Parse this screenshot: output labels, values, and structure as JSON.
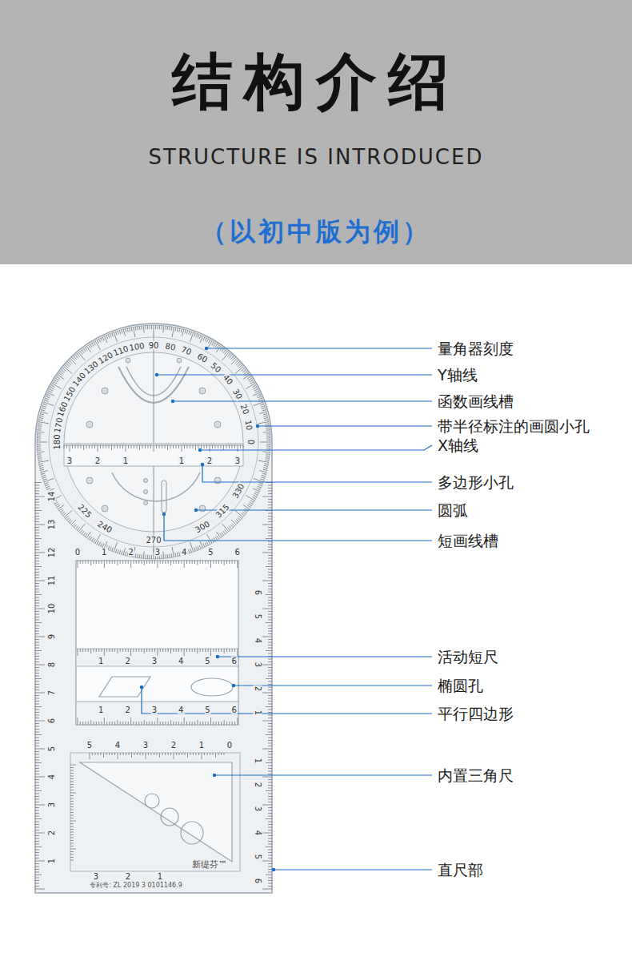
{
  "diagram": {
    "title": "结构介绍",
    "labels": [
      "STRUCTURE IS INTRODUCED",
      "（以初中版为例）",
      "量角器刻度",
      "Y轴线",
      "函数画线槽",
      "带半径标注的画圆小孔",
      "X轴线",
      "多边形小孔",
      "圆弧",
      "短画线槽",
      "活动短尺",
      "椭圆孔",
      "平行四边形",
      "内置三角尺",
      "直尺部",
      "0",
      "10",
      "20",
      "30",
      "40",
      "50",
      "60",
      "70",
      "80",
      "90",
      "100",
      "110",
      "120",
      "130",
      "140",
      "150",
      "160",
      "170",
      "180",
      "225",
      "240",
      "270",
      "300",
      "315",
      "330",
      "1",
      "2",
      "3",
      "4",
      "5",
      "6",
      "7",
      "8",
      "9",
      "10",
      "11",
      "12",
      "13",
      "14",
      "1",
      "2",
      "3",
      "4",
      "5",
      "6",
      "1",
      "2",
      "3",
      "4",
      "5",
      "6",
      "0",
      "1",
      "2",
      "3",
      "4",
      "5",
      "6",
      "1",
      "2",
      "3",
      "4",
      "5",
      "6",
      "1",
      "2",
      "3",
      "4",
      "5",
      "6",
      "5",
      "4",
      "3",
      "2",
      "1",
      "0",
      "3",
      "2",
      "1",
      "3",
      "2",
      "1",
      "1",
      "2",
      "3",
      "新缇芬™",
      "专利号: ZL 2019 3 0101146.9"
    ]
  }
}
